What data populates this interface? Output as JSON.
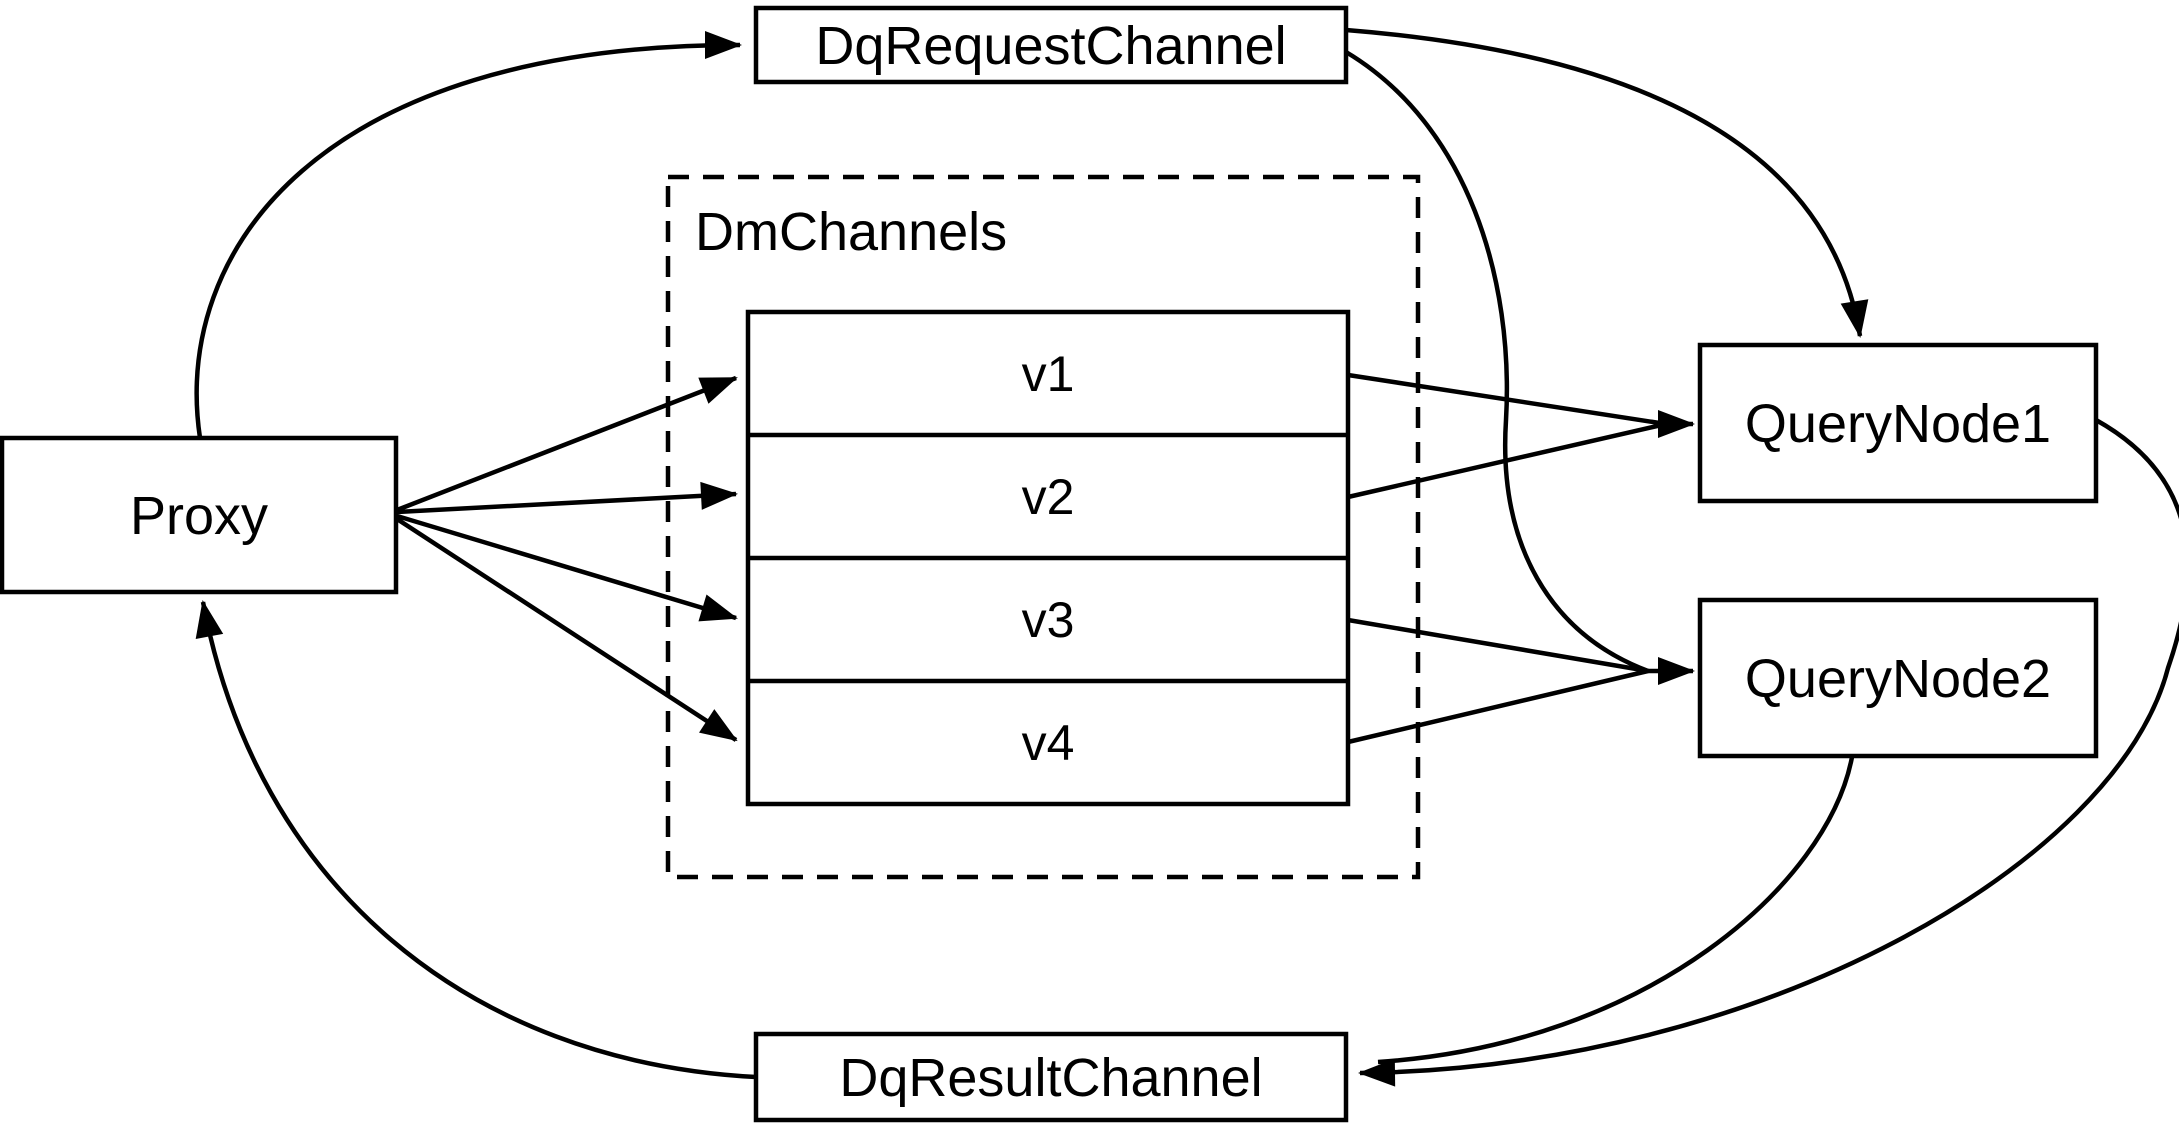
{
  "diagram": {
    "title": "query channel flow diagram",
    "colors": {
      "background": "#ffffff",
      "stroke": "#000000",
      "text": "#000000"
    },
    "nodes": {
      "proxy": {
        "label": "Proxy"
      },
      "dq_request_channel": {
        "label": "DqRequestChannel"
      },
      "dm_channels": {
        "label": "DmChannels"
      },
      "channels": [
        {
          "label": "v1"
        },
        {
          "label": "v2"
        },
        {
          "label": "v3"
        },
        {
          "label": "v4"
        }
      ],
      "query_node_1": {
        "label": "QueryNode1"
      },
      "query_node_2": {
        "label": "QueryNode2"
      },
      "dq_result_channel": {
        "label": "DqResultChannel"
      }
    },
    "edges": [
      {
        "from": "Proxy",
        "to": "DqRequestChannel"
      },
      {
        "from": "Proxy",
        "to": "v1"
      },
      {
        "from": "Proxy",
        "to": "v2"
      },
      {
        "from": "Proxy",
        "to": "v3"
      },
      {
        "from": "Proxy",
        "to": "v4"
      },
      {
        "from": "v1",
        "to": "QueryNode1"
      },
      {
        "from": "v2",
        "to": "QueryNode1"
      },
      {
        "from": "v3",
        "to": "QueryNode2"
      },
      {
        "from": "v4",
        "to": "QueryNode2"
      },
      {
        "from": "DqRequestChannel",
        "to": "QueryNode1"
      },
      {
        "from": "DqRequestChannel",
        "to": "QueryNode2"
      },
      {
        "from": "QueryNode1",
        "to": "DqResultChannel"
      },
      {
        "from": "QueryNode2",
        "to": "DqResultChannel"
      },
      {
        "from": "DqResultChannel",
        "to": "Proxy"
      }
    ]
  }
}
